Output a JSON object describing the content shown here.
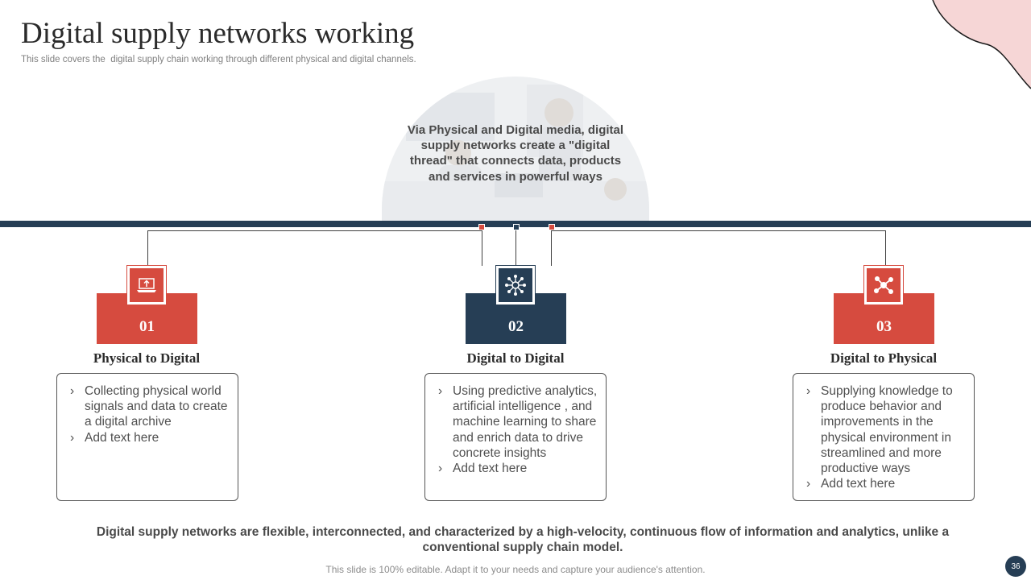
{
  "title": "Digital supply networks working",
  "subtitle": "This slide covers the  digital supply chain working through different physical and digital channels.",
  "hero_text": "Via Physical and Digital media, digital supply networks create a \"digital thread\" that connects data, products and services in powerful ways",
  "colors": {
    "red": "#d64b3f",
    "navy": "#263e55",
    "text": "#404040"
  },
  "columns": [
    {
      "number": "01",
      "heading": "Physical to Digital",
      "icon": "laptop-upload-icon",
      "color": "#d64b3f",
      "bullets": [
        "Collecting physical world signals and data to create a digital archive",
        "Add text here"
      ]
    },
    {
      "number": "02",
      "heading": "Digital to Digital",
      "icon": "network-hub-icon",
      "color": "#263e55",
      "bullets": [
        "Using predictive analytics, artificial intelligence , and machine learning to share and enrich data to drive concrete insights",
        "Add text here"
      ]
    },
    {
      "number": "03",
      "heading": "Digital to Physical",
      "icon": "molecule-network-icon",
      "color": "#d64b3f",
      "bullets": [
        "Supplying knowledge to produce behavior and improvements in the physical environment in streamlined and more productive ways",
        "Add text here"
      ]
    }
  ],
  "bottom_text": "Digital supply networks are flexible, interconnected, and characterized by a high-velocity, continuous flow of information and analytics, unlike a conventional supply chain model.",
  "footer_text": "This slide is 100% editable. Adapt it to your needs and capture your audience's attention.",
  "page_number": "36"
}
